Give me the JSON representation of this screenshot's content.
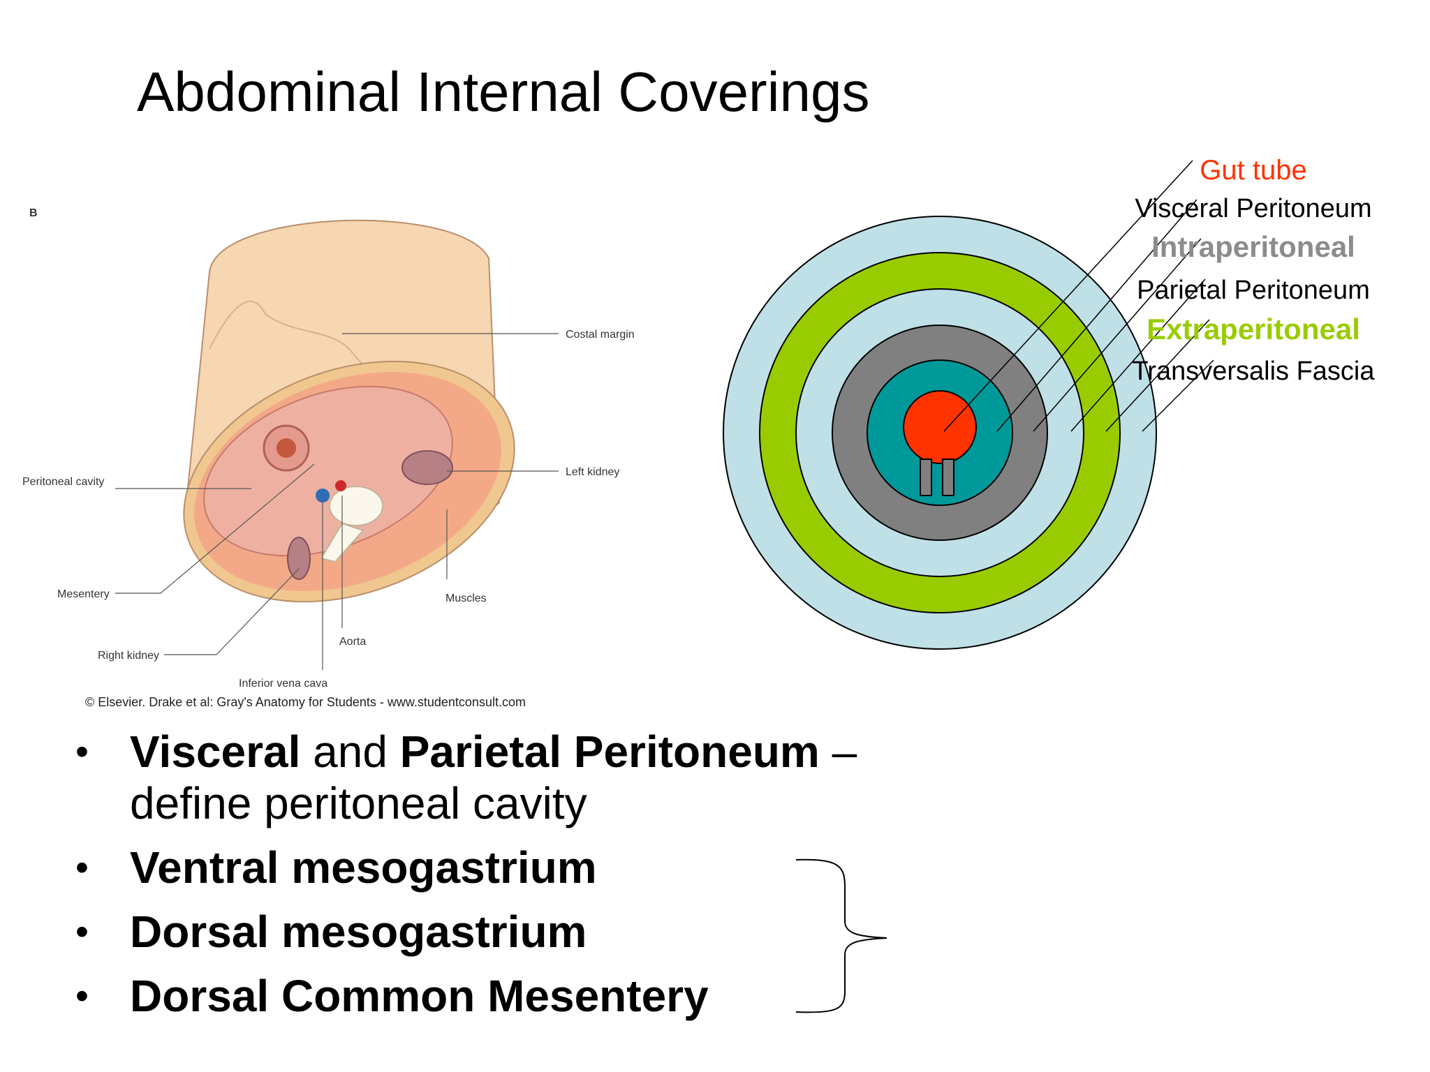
{
  "title": "Abdominal Internal Coverings",
  "figure": {
    "panel_letter": "B",
    "labels": {
      "costal_margin": "Costal margin",
      "left_kidney": "Left kidney",
      "peritoneal_cavity": "Peritoneal  cavity",
      "mesentery": "Mesentery",
      "muscles": "Muscles",
      "aorta": "Aorta",
      "right_kidney": "Right kidney",
      "inferior_vena_cava": "Inferior vena cava"
    },
    "credit": "© Elsevier. Drake et al: Gray's Anatomy for Students - www.studentconsult.com"
  },
  "rings_diagram": {
    "labels": {
      "gut_tube": "Gut tube",
      "visceral_peritoneum": "Visceral Peritoneum",
      "intraperitoneal": "Intraperitoneal",
      "parietal_peritoneum": "Parietal Peritoneum",
      "extraperitoneal": "Extraperitoneal",
      "transversalis_fascia": "Transversalis Fascia"
    },
    "colors": {
      "gut_tube": "#ff3300",
      "teal": "#009999",
      "gray": "#808080",
      "light_blue": "#bfe0e6",
      "green": "#99cc00",
      "intraperitoneal_text": "#8c8c8c",
      "extraperitoneal_text": "#99cc00"
    }
  },
  "bullets": [
    {
      "b1": "Visceral",
      "t1": " and ",
      "b2": "Parietal Peritoneum",
      "t2": " –",
      "line2": "define peritoneal cavity"
    },
    {
      "b1": "Ventral mesogastrium"
    },
    {
      "b1": "Dorsal mesogastrium"
    },
    {
      "b1": "Dorsal Common Mesentery"
    }
  ],
  "bullet_symbol": "•"
}
